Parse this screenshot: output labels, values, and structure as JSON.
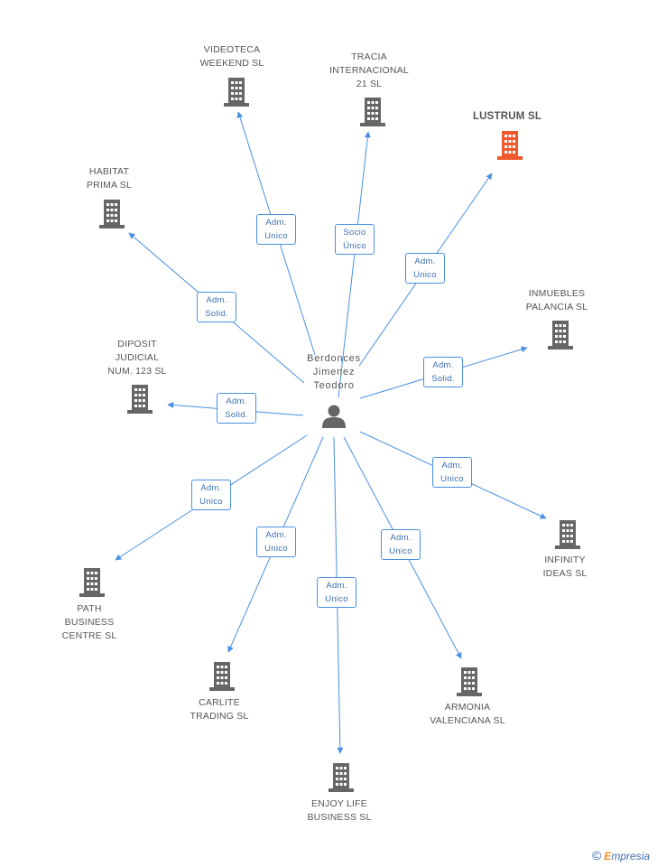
{
  "colors": {
    "edge": "#4a90e2",
    "building": "#666666",
    "building_highlight": "#f0592b",
    "person": "#666666"
  },
  "center": {
    "name": "Berdonces\nJimenez\nTeodoro",
    "icon": "person-icon"
  },
  "nodes": [
    {
      "id": "videoteca",
      "label": "VIDEOTECA\nWEEKEND SL",
      "role": "Adm.\nUnico",
      "icon": "building-icon"
    },
    {
      "id": "tracia",
      "label": "TRACIA\nINTERNACIONAL\n21 SL",
      "role": "Socio\nÚnico",
      "icon": "building-icon"
    },
    {
      "id": "lustrum",
      "label": "LUSTRUM SL",
      "role": "Adm.\nUnico",
      "icon": "building-icon",
      "highlight": true
    },
    {
      "id": "habitat",
      "label": "HABITAT\nPRIMA SL",
      "role": "Adm.\nSolid.",
      "icon": "building-icon"
    },
    {
      "id": "inmuebles",
      "label": "INMUEBLES\nPALANCIA SL",
      "role": "Adm.\nSolid.",
      "icon": "building-icon"
    },
    {
      "id": "diposit",
      "label": "DIPOSIT\nJUDICIAL\nNUM. 123 SL",
      "role": "Adm.\nSolid.",
      "icon": "building-icon"
    },
    {
      "id": "infinity",
      "label": "INFINITY\nIDEAS SL",
      "role": "Adm.\nUnico",
      "icon": "building-icon"
    },
    {
      "id": "path",
      "label": "PATH\nBUSINESS\nCENTRE SL",
      "role": "Adm.\nUnico",
      "icon": "building-icon"
    },
    {
      "id": "carlite",
      "label": "CARLITE\nTRADING SL",
      "role": "Adm.\nUnico",
      "icon": "building-icon"
    },
    {
      "id": "enjoy",
      "label": "ENJOY LIFE\nBUSINESS SL",
      "role": "Adm.\nUnico",
      "icon": "building-icon"
    },
    {
      "id": "armonia",
      "label": "ARMONIA\nVALENCIANA SL",
      "role": "Adm.\nUnico",
      "icon": "building-icon"
    }
  ],
  "watermark": {
    "symbol": "©",
    "brand_initial": "E",
    "brand_rest": "mpresia"
  }
}
